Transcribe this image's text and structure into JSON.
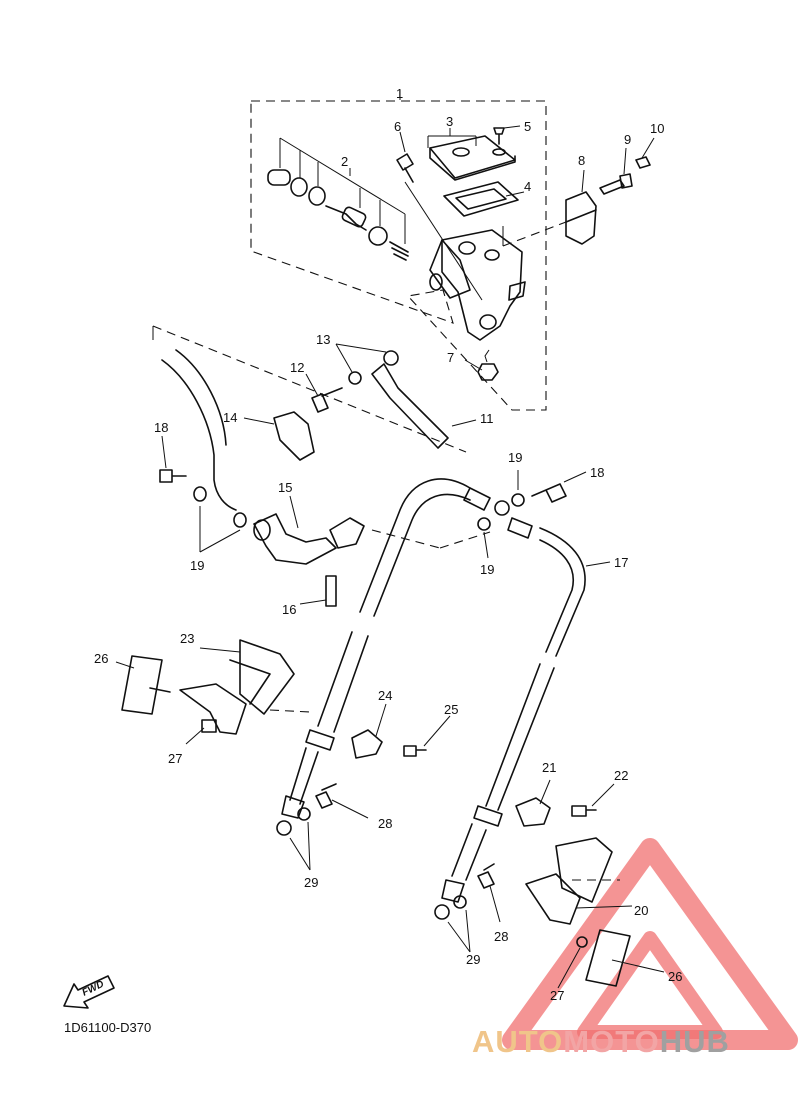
{
  "diagram": {
    "code": "1D61100-D370",
    "fwd_label": "FWD",
    "callouts": [
      {
        "id": "c1",
        "text": "1"
      },
      {
        "id": "c2",
        "text": "2"
      },
      {
        "id": "c3",
        "text": "3"
      },
      {
        "id": "c4",
        "text": "4"
      },
      {
        "id": "c5",
        "text": "5"
      },
      {
        "id": "c6",
        "text": "6"
      },
      {
        "id": "c7",
        "text": "7"
      },
      {
        "id": "c8",
        "text": "8"
      },
      {
        "id": "c9",
        "text": "9"
      },
      {
        "id": "c10",
        "text": "10"
      },
      {
        "id": "c11",
        "text": "11"
      },
      {
        "id": "c12",
        "text": "12"
      },
      {
        "id": "c13",
        "text": "13"
      },
      {
        "id": "c14",
        "text": "14"
      },
      {
        "id": "c15",
        "text": "15"
      },
      {
        "id": "c16",
        "text": "16"
      },
      {
        "id": "c17",
        "text": "17"
      },
      {
        "id": "c18a",
        "text": "18"
      },
      {
        "id": "c18b",
        "text": "18"
      },
      {
        "id": "c19a",
        "text": "19"
      },
      {
        "id": "c19b",
        "text": "19"
      },
      {
        "id": "c19c",
        "text": "19"
      },
      {
        "id": "c20",
        "text": "20"
      },
      {
        "id": "c21",
        "text": "21"
      },
      {
        "id": "c22",
        "text": "22"
      },
      {
        "id": "c23",
        "text": "23"
      },
      {
        "id": "c24",
        "text": "24"
      },
      {
        "id": "c25",
        "text": "25"
      },
      {
        "id": "c26a",
        "text": "26"
      },
      {
        "id": "c26b",
        "text": "26"
      },
      {
        "id": "c27a",
        "text": "27"
      },
      {
        "id": "c27b",
        "text": "27"
      },
      {
        "id": "c28a",
        "text": "28"
      },
      {
        "id": "c28b",
        "text": "28"
      },
      {
        "id": "c29a",
        "text": "29"
      },
      {
        "id": "c29b",
        "text": "29"
      }
    ]
  },
  "watermark": {
    "part1": "AUTO",
    "part2": "MOTO",
    "part3": "HUB",
    "colors": {
      "auto": "#f0c58a",
      "moto": "#f2a5a5",
      "hub": "#a0a0a0",
      "triangle": "#f07070"
    }
  }
}
